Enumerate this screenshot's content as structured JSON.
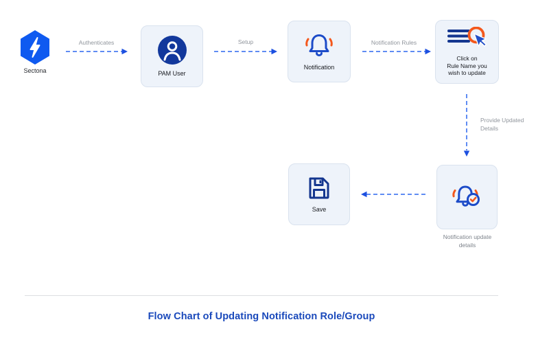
{
  "nodes": {
    "sectona": {
      "label": "Sectona",
      "icon": "sectona-logo"
    },
    "pam_user": {
      "label": "PAM User",
      "icon": "user-circle"
    },
    "notification": {
      "label": "Notification",
      "icon": "bell"
    },
    "click_rule": {
      "label_line1": "Click on",
      "label_line2": "Rule Name you",
      "label_line3": "wish to update",
      "icon": "rule-list-cursor"
    },
    "notification_update": {
      "label_line1": "Notification update",
      "label_line2": "details",
      "icon": "bell-check"
    },
    "save": {
      "label": "Save",
      "icon": "floppy-disk"
    }
  },
  "edges": {
    "authenticates": {
      "label": "Authenticates"
    },
    "setup": {
      "label": "Setup"
    },
    "notification_rules": {
      "label": "Notification Rules"
    },
    "provide_updated_details": {
      "label_line1": "Provide Updated",
      "label_line2": "Details"
    }
  },
  "footer": {
    "title": "Flow Chart of Updating Notification Role/Group"
  },
  "colors": {
    "brand_blue": "#0f5af0",
    "icon_blue_dark": "#14368f",
    "icon_blue": "#1c4bc8",
    "icon_orange": "#f4581c",
    "arrow_dash": "#5f8cf3",
    "arrow_head": "#1d50e0",
    "node_bg": "#eef3fa",
    "node_border": "#d9e2ee",
    "title_blue": "#1a49bb",
    "label_dark": "#17191e",
    "label_gray": "#90959c"
  }
}
